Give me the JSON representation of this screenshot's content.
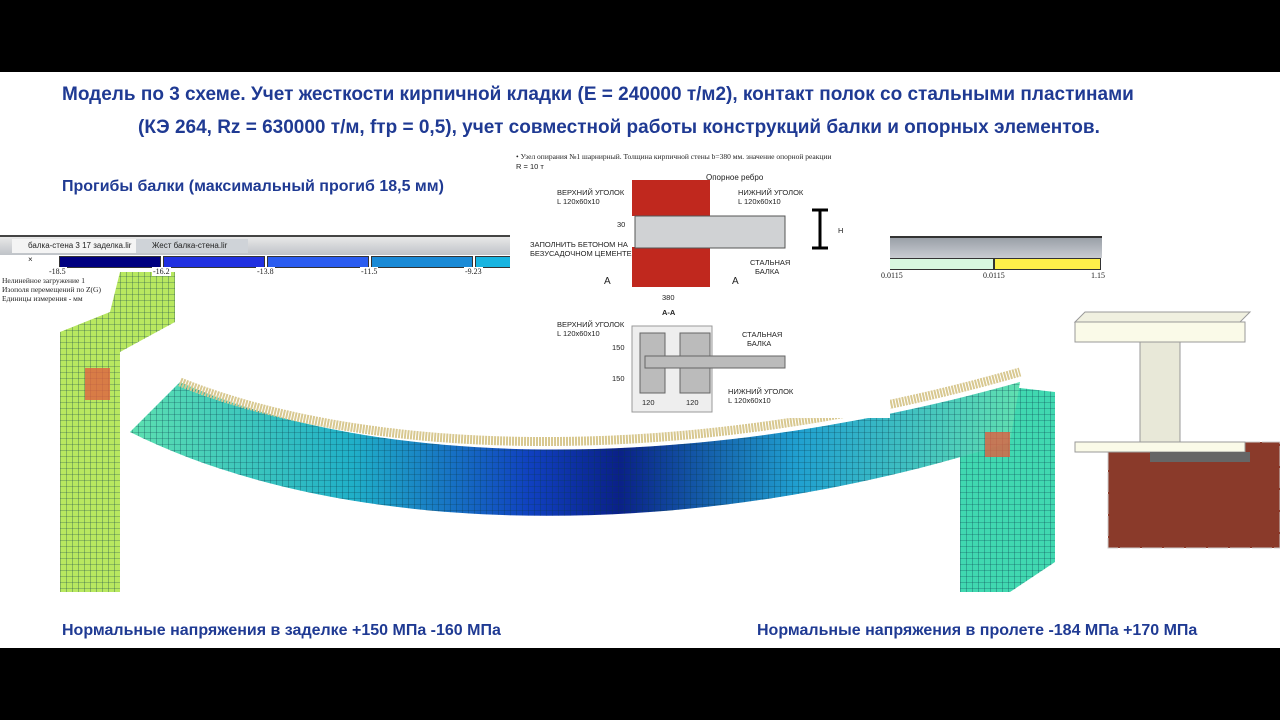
{
  "title_line1": "Модель по 3 схеме. Учет жесткости кирпичной кладки (Е = 240000 т/м2), контакт полок со стальными пластинами",
  "title_line2": "(КЭ 264, Rz = 630000 т/м, fтр = 0,5), учет совместной работы конструкций балки и опорных элементов.",
  "deflection_caption": "Прогибы балки (максимальный прогиб 18,5 мм)",
  "stress_support_caption": "Нормальные напряжения в заделке  +150 МПа  -160 МПа",
  "stress_span_caption": "Нормальные напряжения в пролете -184 МПа  +170 МПа",
  "tabs": [
    {
      "label": "балка-стена 3 17 заделка.lir",
      "close": "×"
    },
    {
      "label": "Жест балка-стена.lir"
    }
  ],
  "legend": {
    "values": [
      "-18.5",
      "-16.2",
      "-13.8",
      "-11.5",
      "-9.23"
    ],
    "right_values": [
      "0.0115",
      "0.0115",
      "1.15"
    ],
    "colors": [
      "#000080",
      "#2030e0",
      "#2a5cf0",
      "#1a8ad6",
      "#18b4e0"
    ],
    "right_colors": [
      "#d8f8e0",
      "#fff04a"
    ]
  },
  "info": [
    "Нелинейное загружение 1",
    "Изополя перемещений по Z(G)",
    "Единицы измерения - мм"
  ],
  "detail": {
    "header": "• Узел опирания №1 шарнирный. Толщина кирпичной стены b=380 мм. значение опорной реакции",
    "reaction": "R = 10 т",
    "rib": "Опорное ребро",
    "upper_angle": "ВЕРХНИЙ УГОЛОК",
    "upper_angle_size": "L 120х60х10",
    "lower_angle": "НИЖНИЙ УГОЛОК",
    "lower_angle_size": "L 120х60х10",
    "fill1": "ЗАПОЛНИТЬ БЕТОНОМ НА",
    "fill2": "БЕЗУСАДОЧНОМ ЦЕМЕНТЕ",
    "beam1": "СТАЛЬНАЯ",
    "beam2": "БАЛКА",
    "dim30": "30",
    "dim380": "380",
    "dimH": "Н",
    "sectA": "А",
    "section": "А-А",
    "dim150a": "150",
    "dim150b": "150",
    "dim120a": "120",
    "dim120b": "120"
  }
}
